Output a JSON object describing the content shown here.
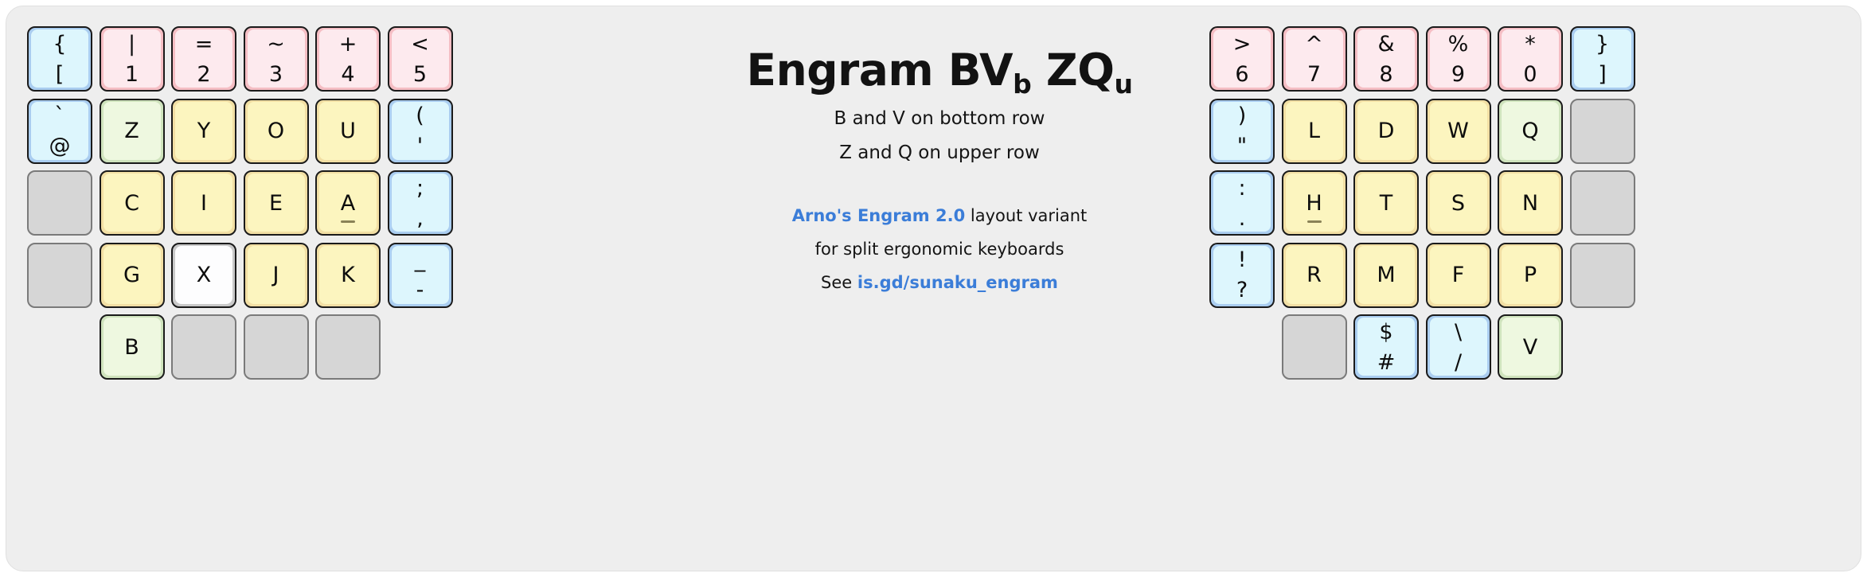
{
  "meta": {
    "background": "#eeeeee",
    "link_color": "#3b7dd8",
    "colors": {
      "blue": "#ddf6fd",
      "pink": "#fdeaee",
      "yellow": "#fcf5bf",
      "green": "#eef8e0",
      "white": "#fdfdfe",
      "blank": "#d6d6d6"
    }
  },
  "center": {
    "title_main": "Engram BV",
    "title_sub1": "b",
    "title_mid": " ZQ",
    "title_sub2": "u",
    "line1": "B and V on bottom row",
    "line2": "Z and Q on upper row",
    "credit_link": "Arno's Engram 2.0",
    "credit_rest": " layout variant",
    "credit_line2": "for split ergonomic keyboards",
    "credit_see": "See ",
    "credit_url": "is.gd/sunaku_engram"
  },
  "left_half": {
    "rows": [
      [
        {
          "name": "brace-bracket",
          "top": "{",
          "bottom": "[",
          "color": "blue"
        },
        {
          "name": "pipe-1",
          "top": "|",
          "bottom": "1",
          "color": "pink"
        },
        {
          "name": "equal-2",
          "top": "=",
          "bottom": "2",
          "color": "pink"
        },
        {
          "name": "tilde-3",
          "top": "~",
          "bottom": "3",
          "color": "pink"
        },
        {
          "name": "plus-4",
          "top": "+",
          "bottom": "4",
          "color": "pink"
        },
        {
          "name": "less-5",
          "top": "<",
          "bottom": "5",
          "color": "pink"
        }
      ],
      [
        {
          "name": "backtick-at",
          "top": "`",
          "bottom": "@",
          "color": "blue"
        },
        {
          "name": "z",
          "label": "Z",
          "color": "green"
        },
        {
          "name": "y",
          "label": "Y",
          "color": "yellow"
        },
        {
          "name": "o",
          "label": "O",
          "color": "yellow"
        },
        {
          "name": "u",
          "label": "U",
          "color": "yellow"
        },
        {
          "name": "paren-apostrophe",
          "top": "(",
          "bottom": "'",
          "color": "blue"
        }
      ],
      [
        {
          "name": "blank",
          "color": "blank"
        },
        {
          "name": "c",
          "label": "C",
          "color": "yellow"
        },
        {
          "name": "i",
          "label": "I",
          "color": "yellow"
        },
        {
          "name": "e",
          "label": "E",
          "color": "yellow"
        },
        {
          "name": "a",
          "label": "A",
          "color": "yellow",
          "homing": true
        },
        {
          "name": "semicolon-comma",
          "top": ";",
          "bottom": ",",
          "color": "blue"
        }
      ],
      [
        {
          "name": "blank",
          "color": "blank"
        },
        {
          "name": "g",
          "label": "G",
          "color": "yellow"
        },
        {
          "name": "x",
          "label": "X",
          "color": "white"
        },
        {
          "name": "j",
          "label": "J",
          "color": "yellow"
        },
        {
          "name": "k",
          "label": "K",
          "color": "yellow"
        },
        {
          "name": "underscore-hyphen",
          "top": "_",
          "bottom": "-",
          "color": "blue"
        }
      ],
      [
        {
          "name": "spacer",
          "color": "none"
        },
        {
          "name": "b",
          "label": "B",
          "color": "green"
        },
        {
          "name": "blank",
          "color": "blank"
        },
        {
          "name": "blank",
          "color": "blank"
        },
        {
          "name": "blank",
          "color": "blank"
        },
        {
          "name": "spacer",
          "color": "none"
        }
      ]
    ]
  },
  "right_half": {
    "rows": [
      [
        {
          "name": "greater-6",
          "top": ">",
          "bottom": "6",
          "color": "pink"
        },
        {
          "name": "caret-7",
          "top": "^",
          "bottom": "7",
          "color": "pink"
        },
        {
          "name": "ampersand-8",
          "top": "&",
          "bottom": "8",
          "color": "pink"
        },
        {
          "name": "percent-9",
          "top": "%",
          "bottom": "9",
          "color": "pink"
        },
        {
          "name": "asterisk-0",
          "top": "*",
          "bottom": "0",
          "color": "pink"
        },
        {
          "name": "brace-bracket-close",
          "top": "}",
          "bottom": "]",
          "color": "blue"
        }
      ],
      [
        {
          "name": "paren-quote",
          "top": ")",
          "bottom": "\"",
          "color": "blue"
        },
        {
          "name": "l",
          "label": "L",
          "color": "yellow"
        },
        {
          "name": "d",
          "label": "D",
          "color": "yellow"
        },
        {
          "name": "w",
          "label": "W",
          "color": "yellow"
        },
        {
          "name": "q",
          "label": "Q",
          "color": "green"
        },
        {
          "name": "blank",
          "color": "blank"
        }
      ],
      [
        {
          "name": "colon-period",
          "top": ":",
          "bottom": ".",
          "color": "blue"
        },
        {
          "name": "h",
          "label": "H",
          "color": "yellow",
          "homing": true
        },
        {
          "name": "t",
          "label": "T",
          "color": "yellow"
        },
        {
          "name": "s",
          "label": "S",
          "color": "yellow"
        },
        {
          "name": "n",
          "label": "N",
          "color": "yellow"
        },
        {
          "name": "blank",
          "color": "blank"
        }
      ],
      [
        {
          "name": "exclaim-question",
          "top": "!",
          "bottom": "?",
          "color": "blue"
        },
        {
          "name": "r",
          "label": "R",
          "color": "yellow"
        },
        {
          "name": "m",
          "label": "M",
          "color": "yellow"
        },
        {
          "name": "f",
          "label": "F",
          "color": "yellow"
        },
        {
          "name": "p",
          "label": "P",
          "color": "yellow"
        },
        {
          "name": "blank",
          "color": "blank"
        }
      ],
      [
        {
          "name": "spacer",
          "color": "none"
        },
        {
          "name": "blank",
          "color": "blank"
        },
        {
          "name": "dollar-hash",
          "top": "$",
          "bottom": "#",
          "color": "blue"
        },
        {
          "name": "backslash-slash",
          "top": "\\",
          "bottom": "/",
          "color": "blue"
        },
        {
          "name": "v",
          "label": "V",
          "color": "green"
        },
        {
          "name": "spacer",
          "color": "none"
        }
      ]
    ]
  }
}
